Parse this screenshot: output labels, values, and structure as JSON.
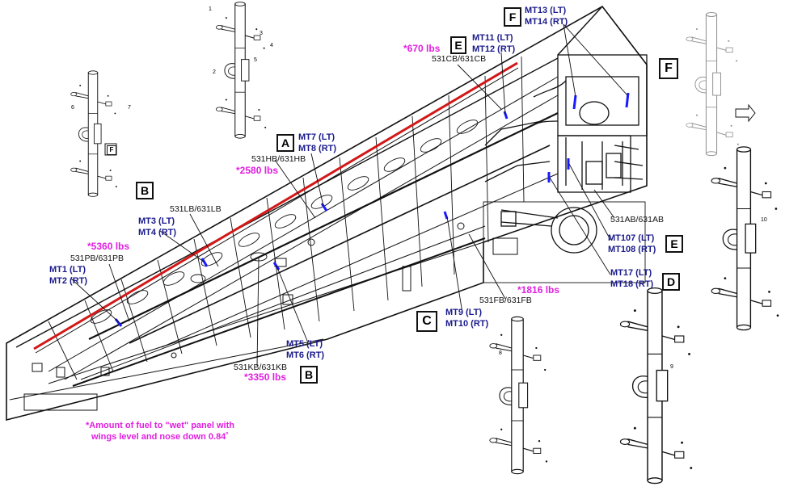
{
  "colors": {
    "fuel_line": "#d21818",
    "marker": "#1a1aff",
    "label_blue": "#1a1a8c",
    "fuel_amount": "#e020e0",
    "ink": "#111111",
    "ghost": "#9a9a9a"
  },
  "callouts": {
    "A": "A",
    "B1": "B",
    "B2": "B",
    "C": "C",
    "D": "D",
    "E1": "E",
    "E2": "E",
    "F1": "F",
    "F2": "F",
    "F3": "F"
  },
  "markers": {
    "mt1": "MT1 (LT)",
    "mt2": "MT2 (RT)",
    "mt3": "MT3 (LT)",
    "mt4": "MT4 (RT)",
    "mt5": "MT5 (LT)",
    "mt6": "MT6 (RT)",
    "mt7": "MT7 (LT)",
    "mt8": "MT8 (RT)",
    "mt9": "MT9 (LT)",
    "mt10": "MT10 (RT)",
    "mt11": "MT11 (LT)",
    "mt12": "MT12 (RT)",
    "mt13": "MT13 (LT)",
    "mt14": "MT14 (RT)",
    "mt17": "MT17 (LT)",
    "mt18": "MT18 (RT)",
    "mt107": "MT107 (LT)",
    "mt108": "MT108 (RT)"
  },
  "panels": {
    "pb": "531PB/631PB",
    "lb": "531LB/631LB",
    "hb": "531HB/631HB",
    "kb": "531KB/631KB",
    "cb": "531CB/631CB",
    "fb": "531FB/631FB",
    "ab": "531AB/631AB"
  },
  "fuel_amounts": {
    "pb": "*5360 lbs",
    "hb": "*2580 lbs",
    "kb": "*3350 lbs",
    "cb": "*670 lbs",
    "fb": "*1816 lbs"
  },
  "footnote": {
    "line1": "*Amount of fuel to \"wet\" panel with",
    "line2": "wings level and nose down 0.84˚"
  },
  "detail_numbers": {
    "n1": "1",
    "n2": "2",
    "n3": "3",
    "n4": "4",
    "n5": "5",
    "n6": "6",
    "n7": "7",
    "n8": "8",
    "n9": "9",
    "n10": "10"
  }
}
